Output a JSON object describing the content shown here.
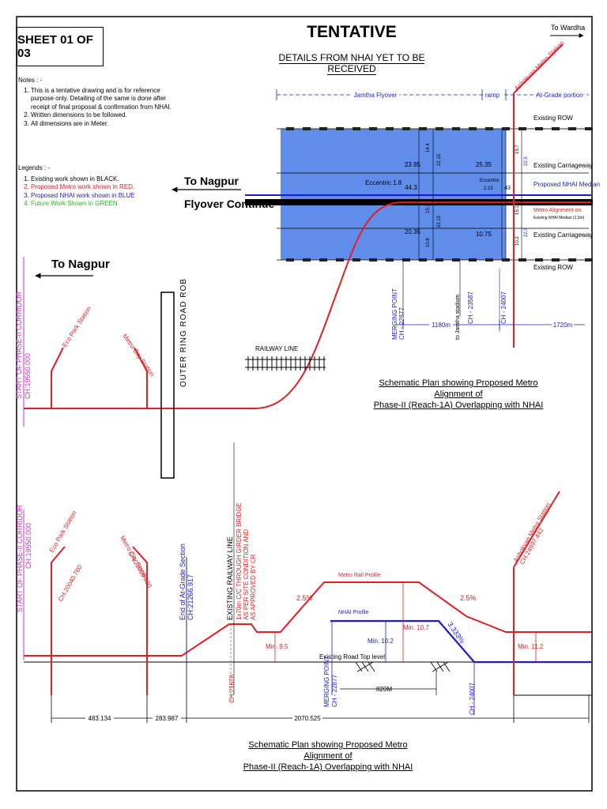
{
  "sheet": "SHEET 01 OF 03",
  "title": "TENTATIVE",
  "subtitle": "DETAILS FROM NHAI YET TO BE RECEIVED",
  "to_wardha": "To Wardha",
  "notes": {
    "heading": "Notes : -",
    "items": [
      "This is a tentative drawing and is for reference purpose only. Detailing of the same is done after receipt of final proposal & confirmation from NHAI.",
      "Written dimensions to be followed.",
      "All dimensions are in Meter."
    ]
  },
  "legends": {
    "heading": "Legends : -",
    "items": [
      {
        "text": "Existing work shown in BLACK.",
        "color": "#000000"
      },
      {
        "text": "Proposed Metro work shown in RED.",
        "color": "#e31e24"
      },
      {
        "text": "Proposed NHAI work shown in BLUE",
        "color": "#1c1ccc"
      },
      {
        "text": "Future Work Shown in GREEN",
        "color": "#1fc01f"
      }
    ]
  },
  "colors": {
    "metro": "#e31e24",
    "nhai": "#1c1ccc",
    "ch": "#cc33cc",
    "existing": "#000000",
    "plan_fill": "#4f81e8"
  },
  "plan": {
    "to_nagpur_flyover": [
      "To Nagpur",
      "Flyover Continue"
    ],
    "to_nagpur": "To Nagpur",
    "start_label": "START OF PHASE-II CORRIDOR",
    "start_ch": "CH:19550.000",
    "stations": {
      "eco_park": "Eco Park Station",
      "metro_city": "Metro City Station",
      "ashokvan": "Ashokvan Metro Station"
    },
    "outer_ring_road": "OUTER RING ROAD ROB",
    "railway_line": "RAILWAY LINE",
    "jamtha_flyover": "Jamtha Flyover",
    "ramp": "ramp",
    "at_grade": "At-Grade portion",
    "existing_row": "Existing ROW",
    "existing_carriageway": "Existing Carriageway",
    "proposed_nhai_median": "Proposed NHAI Median",
    "metro_alignment_on": "Metro Alignment on",
    "existing_nhai_median": "Existing NHAI Median (1.5m)",
    "eccentric_1": "Eccentric 1.8",
    "eccentric_2": "Eccentric",
    "ecc_val": "2.15",
    "dims": {
      "d1": "23.95",
      "d2": "14.4",
      "d3": "22.15",
      "d4": "44.3",
      "d5": "15.1",
      "d6": "22.15",
      "d7": "20.35",
      "d8": "10.8",
      "d9": "25.35",
      "d10": "43",
      "d11": "15.7",
      "d12": "22.5",
      "d13": "15.1",
      "d14": "10.75",
      "d15": "22.5",
      "d16": "10.2"
    },
    "merging_point": "MERGING POINT",
    "merging_ch": "CH - 22877",
    "jamtha_stadium": "to Jamtha stadium",
    "ch_23587": "CH - 23587",
    "ch_24007": "CH - 24007",
    "len_1180": "1180m",
    "len_1720": "1720m",
    "caption": [
      "Schematic Plan showing Proposed Metro Alignment of",
      "Phase-II (Reach-1A) Overlapping with NHAI"
    ]
  },
  "profile": {
    "start_label": "START OF PHASE-II CORRIDOR",
    "start_ch": "CH:19550.000",
    "eco_park": "Eco Park Station",
    "eco_park_ch": "CH:20040.780",
    "metro_city": "Metro City Station",
    "metro_city_ch": "CH:21019.930",
    "end_at_grade": "End of At-Grade Section",
    "end_at_grade_ch": "CH:21266.917",
    "existing_railway_line": "EXISTING RAILWAY LINE",
    "girder_note": [
      "1x70m C/C THROUGH GIRDER BRIDGE",
      "AS PER SITE CONDITION AND",
      "AS APPROVED BY CR"
    ],
    "ch_21676": "CH:21676",
    "min_95": "Min. 9.5",
    "grade1": "2.5%",
    "grade2": "2.5%",
    "grade3": "3.333%",
    "metro_rail_profile": "Metro Rail Profile",
    "nhai_profile": "NHAI Profile",
    "min_102": "Min. 10.2",
    "min_107": "Min. 10.7",
    "min_112": "Min. 11.2",
    "existing_road_top": "Existing Road Top level",
    "merging_point": "MERGING POINT",
    "merging_ch": "CH - 22877",
    "ch_24007": "CH - 24007",
    "len_820": "820M",
    "ashokvan": "Ashokvan Metro Station",
    "ashokvan_ch": "CH:24897.442",
    "dim_a": "483.134",
    "dim_b": "283.987",
    "dim_c": "2070.525",
    "caption": [
      "Schematic Plan showing Proposed Metro Alignment of",
      "Phase-II (Reach-1A) Overlapping with NHAI"
    ]
  }
}
